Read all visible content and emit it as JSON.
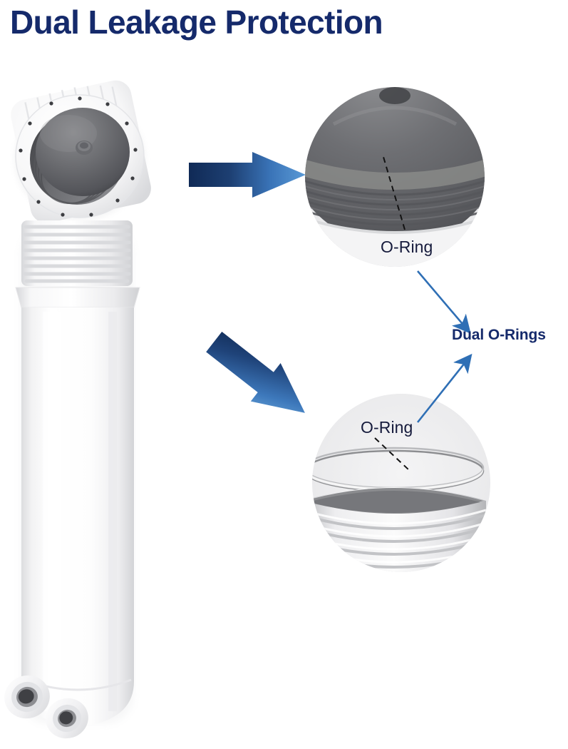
{
  "page": {
    "title": "Dual Leakage Protection",
    "background_color": "#ffffff"
  },
  "colors": {
    "title_navy": "#152a6b",
    "label_navy": "#161b3c",
    "arrow_dark": "#17305e",
    "arrow_light": "#4a8ccd",
    "connector_blue": "#2f6fb5",
    "callout_bg": "#eeeeef",
    "seal_gray": "#5f6063",
    "housing_white": "#fbfbfb"
  },
  "product": {
    "cap": {
      "name": "filter-housing-cap",
      "description": "white ribbed cap with gray rubber seal dome"
    },
    "body": {
      "name": "filter-housing-body",
      "description": "white cylindrical reverse-osmosis filter housing with threads and two ports"
    }
  },
  "callouts": [
    {
      "id": "top",
      "label": "O-Ring",
      "description": "magnified view of the dark gray cap seal o-ring"
    },
    {
      "id": "bottom",
      "label": "O-Ring",
      "description": "magnified view of the white housing thread o-ring"
    }
  ],
  "summary": {
    "label": "Dual O-Rings"
  },
  "arrows": [
    {
      "id": "arrow-top",
      "direction": "right",
      "style": "gradient-block"
    },
    {
      "id": "arrow-bottom",
      "direction": "down-right",
      "style": "gradient-block"
    },
    {
      "id": "connector-top",
      "direction": "down-right",
      "style": "thin-line"
    },
    {
      "id": "connector-bottom",
      "direction": "up-right",
      "style": "thin-line"
    }
  ]
}
